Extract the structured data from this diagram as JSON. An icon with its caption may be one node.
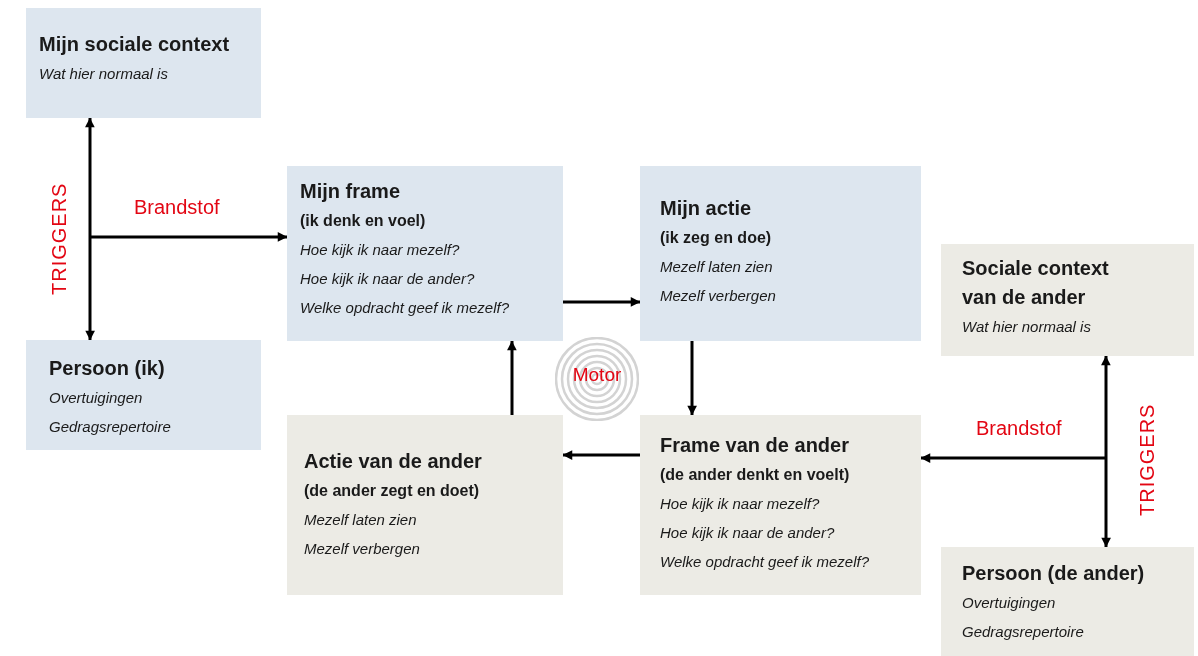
{
  "diagram": {
    "nodes": [
      {
        "text": [
          "Mijn sociale context",
          "Wat hier normaal is"
        ]
      },
      {
        "text": [
          "Persoon (ik)",
          "Overtuigingen",
          "Gedragsrepertoire"
        ]
      },
      {
        "text": [
          "Mijn frame",
          "(ik denk en voel)",
          "Hoe kijk ik naar mezelf?",
          "Hoe kijk ik naar de ander?",
          "Welke opdracht geef ik mezelf?"
        ]
      },
      {
        "text": [
          "Mijn actie",
          "(ik zeg en doe)",
          "Mezelf laten zien",
          "Mezelf verbergen"
        ]
      },
      {
        "text": [
          "Sociale context van de ander",
          "Wat hier normaal is"
        ]
      },
      {
        "text": [
          "Actie van de ander",
          "(de ander zegt en doet)",
          "Mezelf laten zien",
          "Mezelf verbergen"
        ]
      },
      {
        "text": [
          "Frame van de ander",
          "(de ander denkt en voelt)",
          "Hoe kijk ik naar mezelf?",
          "Hoe kijk ik naar de ander?",
          "Welke opdracht geef ik mezelf?"
        ]
      },
      {
        "text": [
          "Persoon (de ander)",
          "Overtuigingen",
          "Gedragsrepertoire"
        ]
      },
      {
        "text": [
          "Motor"
        ]
      }
    ],
    "edges": [
      {
        "from": 0,
        "to": 1,
        "arrow": "both",
        "label": "TRIGGERS"
      },
      {
        "from": null,
        "to": 2,
        "arrow": "to",
        "label": "Brandstof"
      },
      {
        "from": 2,
        "to": 3,
        "arrow": "to"
      },
      {
        "from": 3,
        "to": 6,
        "arrow": "to"
      },
      {
        "from": 6,
        "to": 5,
        "arrow": "to"
      },
      {
        "from": 5,
        "to": 2,
        "arrow": "to"
      },
      {
        "from": 4,
        "to": 7,
        "arrow": "both",
        "label": "TRIGGERS"
      },
      {
        "from": null,
        "to": 6,
        "arrow": "to",
        "label": "Brandstof"
      }
    ]
  }
}
